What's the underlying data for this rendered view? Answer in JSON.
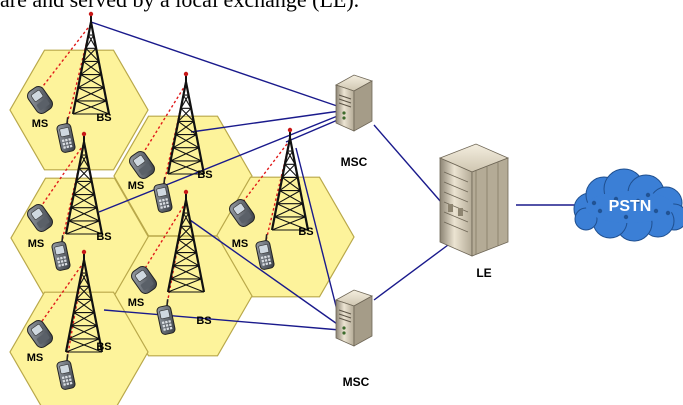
{
  "caption": "are and served by a local exchange (LE).",
  "labels": {
    "ms": "MS",
    "bs": "BS",
    "msc": "MSC",
    "le": "LE",
    "pstn": "PSTN"
  },
  "colors": {
    "cell_fill": "#fdf39b",
    "cell_stroke": "#b9a84a",
    "link": "#1a1a8c",
    "radio_link": "#e01a1a",
    "cloud": "#3b7fd6"
  },
  "icons": {
    "tower": "bs-tower-icon",
    "phone": "ms-phone-icon",
    "server": "msc-server-icon",
    "exchange": "le-exchange-icon",
    "cloud": "pstn-cloud-icon"
  }
}
